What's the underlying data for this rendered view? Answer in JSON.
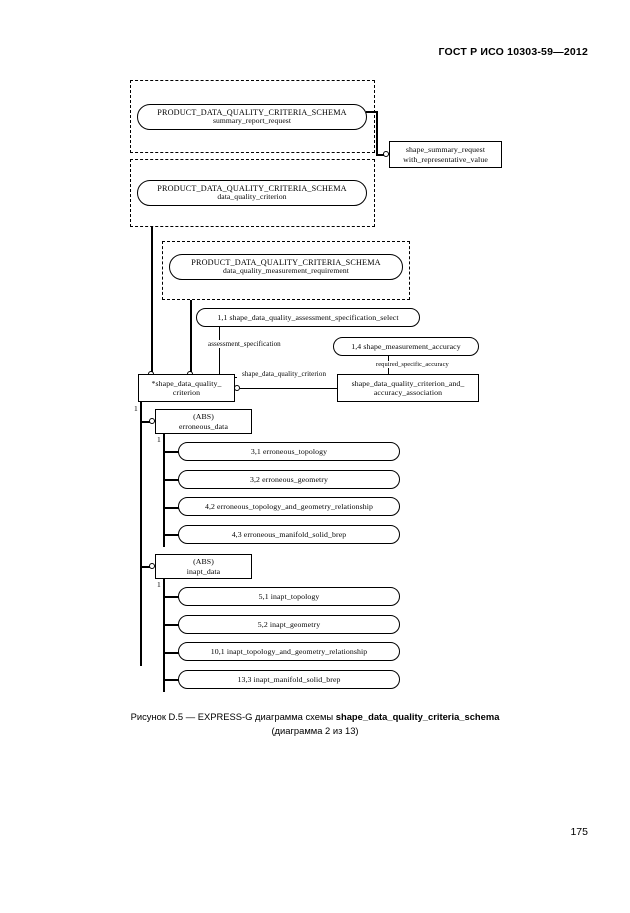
{
  "header": {
    "standard": "ГОСТ Р ИСО 10303-59—2012",
    "page_number": "175"
  },
  "caption": {
    "line1_prefix": "Рисунок D.5 — EXPRESS-G диаграмма схемы ",
    "line1_bold": "shape_data_quality_criteria_schema",
    "line2": "(диаграмма 2 из 13)"
  },
  "diagram": {
    "schema_refs": [
      {
        "schema": "PRODUCT_DATA_QUALITY_CRITERIA_SCHEMA",
        "entity": "summary_report_request"
      },
      {
        "schema": "PRODUCT_DATA_QUALITY_CRITERIA_SCHEMA",
        "entity": "data_quality_criterion"
      },
      {
        "schema": "PRODUCT_DATA_QUALITY_CRITERIA_SCHEMA",
        "entity": "data_quality_measurement_requirement"
      }
    ],
    "entities": [
      {
        "id": "shape_summary_request",
        "line1": "shape_summary_request",
        "line2": "with_representative_value"
      },
      {
        "id": "main_entity",
        "line1": "*shape_data_quality_",
        "line2": "criterion"
      },
      {
        "id": "criterion_accuracy_assoc",
        "line1": "shape_data_quality_criterion_and_",
        "line2": "accuracy_association"
      },
      {
        "id": "erroneous_data",
        "line1": "(ABS)",
        "line2": "erroneous_data"
      },
      {
        "id": "inapt_data",
        "line1": "(ABS)",
        "line2": "inapt_data"
      }
    ],
    "page_refs": [
      {
        "id": "assessment_select",
        "label": "1,1 shape_data_quality_assessment_specification_select"
      },
      {
        "id": "measurement_accuracy",
        "label": "1,4 shape_measurement_accuracy"
      }
    ],
    "attribute_labels": [
      {
        "id": "assessment_specification",
        "text": "assessment_specification"
      },
      {
        "id": "shape_data_quality_criterion",
        "text": "shape_data_quality_criterion"
      },
      {
        "id": "required_specific_accuracy",
        "text": "required_specific_accuracy"
      }
    ],
    "supertype_marks": [
      "1",
      "1",
      "1"
    ],
    "erroneous_subtypes": [
      {
        "ref": "3,1",
        "name": "erroneous_topology",
        "label": "3,1  erroneous_topology"
      },
      {
        "ref": "3,2",
        "name": "erroneous_geometry",
        "label": "3,2  erroneous_geometry"
      },
      {
        "ref": "4,2",
        "name": "erroneous_topology_and_geometry_relationship",
        "label": "4,2  erroneous_topology_and_geometry_relationship"
      },
      {
        "ref": "4,3",
        "name": "erroneous_manifold_solid_brep",
        "label": "4,3  erroneous_manifold_solid_brep"
      }
    ],
    "inapt_subtypes": [
      {
        "ref": "5,1",
        "name": "inapt_topology",
        "label": "5,1  inapt_topology"
      },
      {
        "ref": "5,2",
        "name": "inapt_geometry",
        "label": "5,2  inapt_geometry"
      },
      {
        "ref": "10,1",
        "name": "inapt_topology_and_geometry_relationship",
        "label": "10,1  inapt_topology_and_geometry_relationship"
      },
      {
        "ref": "13,3",
        "name": "inapt_manifold_solid_brep",
        "label": "13,3  inapt_manifold_solid_brep"
      }
    ]
  }
}
